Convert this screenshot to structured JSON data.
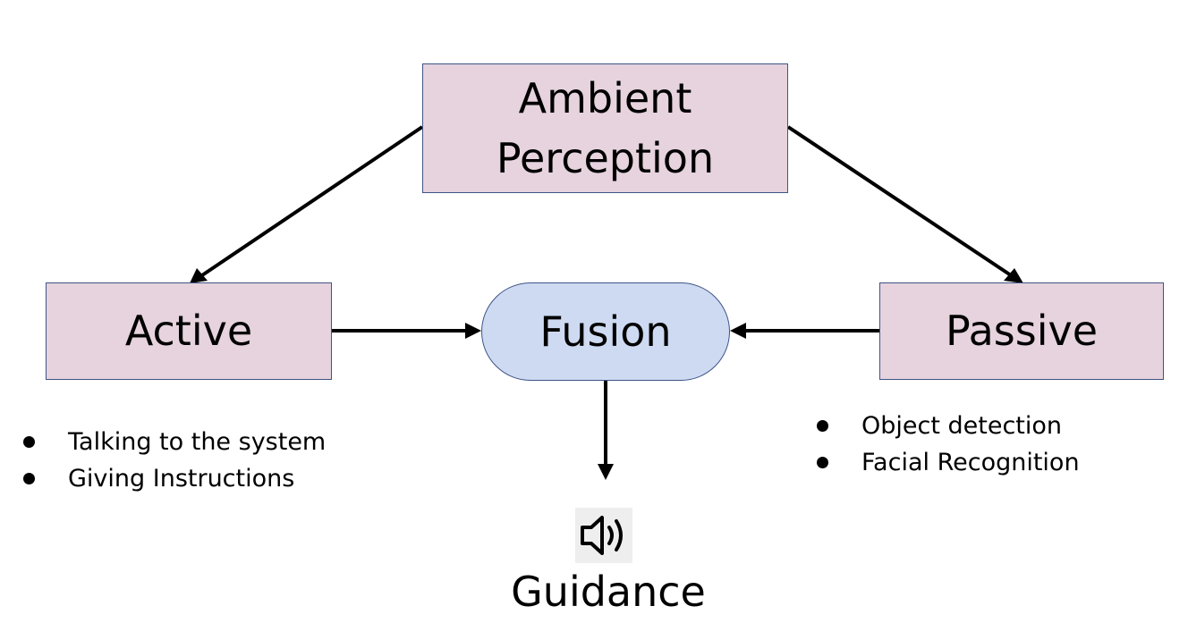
{
  "nodes": {
    "ambient": "Ambient\nPerception",
    "active": "Active",
    "passive": "Passive",
    "fusion": "Fusion",
    "output": "Guidance"
  },
  "active_bullets": [
    "Talking to the system",
    "Giving Instructions"
  ],
  "passive_bullets": [
    "Object detection",
    "Facial Recognition"
  ],
  "icons": {
    "output_icon": "speaker-volume-icon"
  },
  "colors": {
    "box_fill": "#e6d3de",
    "fusion_fill": "#cddaf2",
    "border": "#3f5486",
    "arrow": "#000000"
  }
}
